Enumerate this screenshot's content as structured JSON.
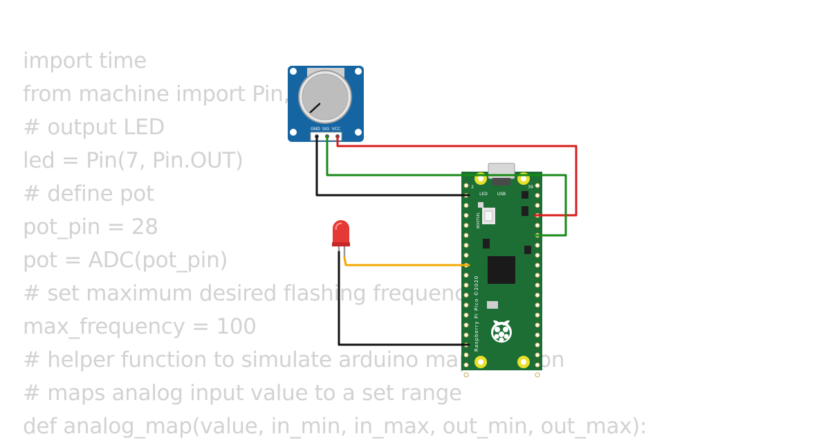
{
  "code_lines": [
    "import time",
    "from machine import Pin, ADC",
    "# output LED",
    "led = Pin(7, Pin.OUT)",
    "# define pot",
    "pot_pin = 28",
    "pot = ADC(pot_pin)",
    "# set maximum desired flashing frequency",
    "max_frequency = 100",
    "# helper function to simulate arduino map function",
    "# maps analog input value to a set range",
    "def analog_map(value, in_min, in_max, out_min, out_max):"
  ],
  "potentiometer": {
    "pin_labels": [
      "GND",
      "SIG",
      "VCC"
    ],
    "board_color": "#1565a3"
  },
  "pico": {
    "board_text": "Raspberry Pi Pico ©2020",
    "usb_label": "USB",
    "led_label": "LED",
    "bootsel_label": "BOOTSEL",
    "pin_label_left": "2",
    "pin_label_right": "39",
    "board_color": "#1c6e35"
  },
  "led": {
    "color": "#e53935"
  },
  "wire_colors": {
    "power": "#d81b1b",
    "signal": "#178a17",
    "ground": "#111111",
    "led_signal": "#f2a800"
  }
}
